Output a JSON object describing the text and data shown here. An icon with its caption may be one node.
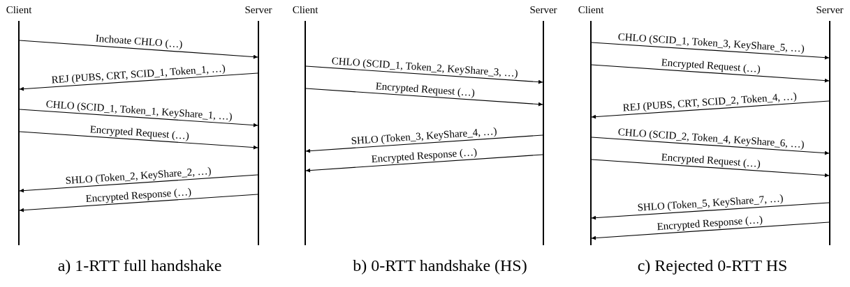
{
  "diagram": {
    "nodes": [
      {
        "text": [
          "Client"
        ]
      },
      {
        "text": [
          "Server"
        ]
      },
      {
        "text": [
          "Client"
        ]
      },
      {
        "text": [
          "Server"
        ]
      },
      {
        "text": [
          "Client"
        ]
      },
      {
        "text": [
          "Server"
        ]
      }
    ],
    "edges": [
      {
        "from": 0,
        "to": 1,
        "arrow": "to",
        "label": "Inchoate CHLO (…)"
      },
      {
        "from": 1,
        "to": 0,
        "arrow": "to",
        "label": "REJ (PUBS, CRT, SCID_1, Token_1, …)"
      },
      {
        "from": 0,
        "to": 1,
        "arrow": "to",
        "label": "CHLO (SCID_1, Token_1, KeyShare_1, …)"
      },
      {
        "from": 0,
        "to": 1,
        "arrow": "to",
        "label": "Encrypted Request (…)"
      },
      {
        "from": 1,
        "to": 0,
        "arrow": "to",
        "label": "SHLO (Token_2, KeyShare_2, …)"
      },
      {
        "from": 1,
        "to": 0,
        "arrow": "to",
        "label": "Encrypted Response (…)"
      },
      {
        "from": 2,
        "to": 3,
        "arrow": "to",
        "label": "CHLO (SCID_1, Token_2, KeyShare_3, …)"
      },
      {
        "from": 2,
        "to": 3,
        "arrow": "to",
        "label": "Encrypted Request (…)"
      },
      {
        "from": 3,
        "to": 2,
        "arrow": "to",
        "label": "SHLO (Token_3, KeyShare_4, …)"
      },
      {
        "from": 3,
        "to": 2,
        "arrow": "to",
        "label": "Encrypted Response (…)"
      },
      {
        "from": 4,
        "to": 5,
        "arrow": "to",
        "label": "CHLO (SCID_1, Token_3, KeyShare_5, …)"
      },
      {
        "from": 4,
        "to": 5,
        "arrow": "to",
        "label": "Encrypted Request (…)"
      },
      {
        "from": 5,
        "to": 4,
        "arrow": "to",
        "label": "REJ (PUBS, CRT, SCID_2, Token_4, …)"
      },
      {
        "from": 4,
        "to": 5,
        "arrow": "to",
        "label": "CHLO (SCID_2, Token_4, KeyShare_6, …)"
      },
      {
        "from": 4,
        "to": 5,
        "arrow": "to",
        "label": "Encrypted Request (…)"
      },
      {
        "from": 5,
        "to": 4,
        "arrow": "to",
        "label": "SHLO (Token_5, KeyShare_7, …)"
      },
      {
        "from": 5,
        "to": 4,
        "arrow": "to",
        "label": "Encrypted Response (…)"
      }
    ],
    "labels": [
      "a) 1-RTT full handshake",
      "b) 0-RTT handshake (HS)",
      "c) Rejected 0-RTT HS"
    ]
  }
}
